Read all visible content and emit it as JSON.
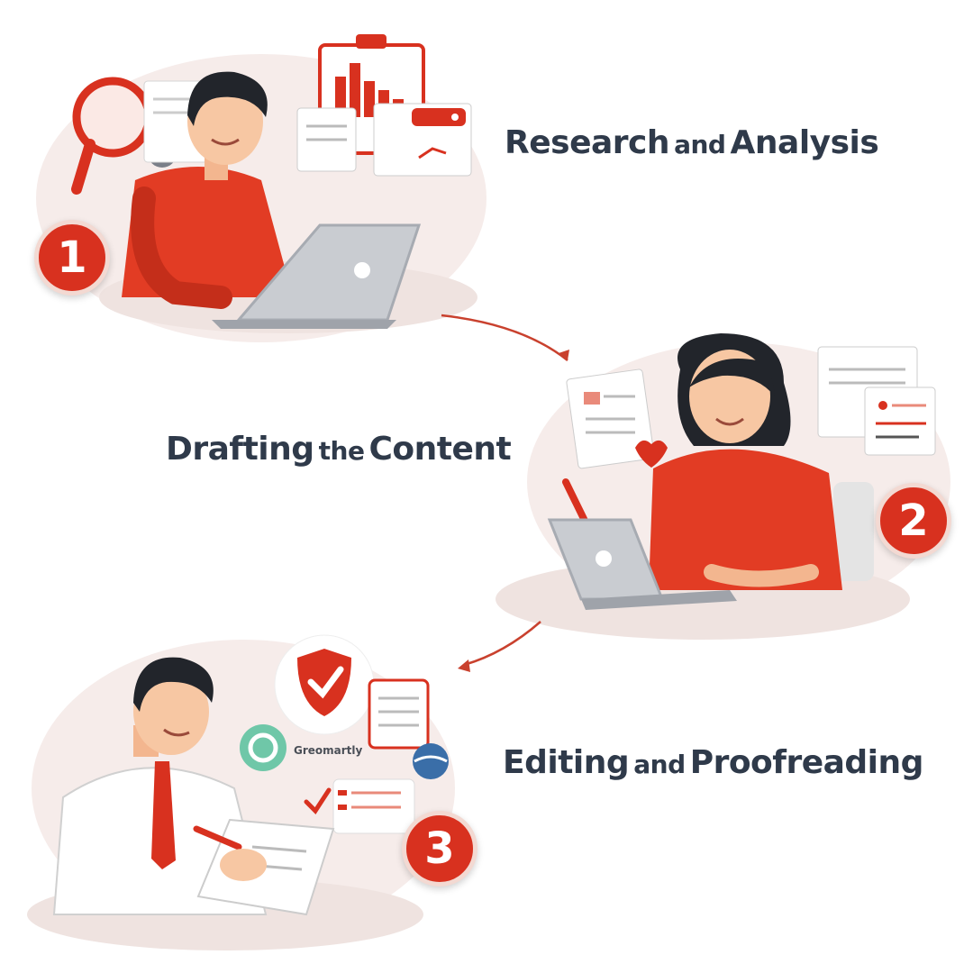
{
  "steps": [
    {
      "number": "1",
      "title_a": "Research",
      "title_mid": "and",
      "title_b": "Analysis"
    },
    {
      "number": "2",
      "title_a": "Drafting",
      "title_mid": "the",
      "title_b": "Content"
    },
    {
      "number": "3",
      "title_a": "Editing",
      "title_mid": "and",
      "title_b": "Proofreading"
    }
  ],
  "tool_label": "Greomartly",
  "colors": {
    "accent": "#d8311f",
    "text": "#2f3a4a",
    "skin": "#f7c7a3",
    "hair": "#22252b",
    "laptop": "#c9ccd1"
  }
}
